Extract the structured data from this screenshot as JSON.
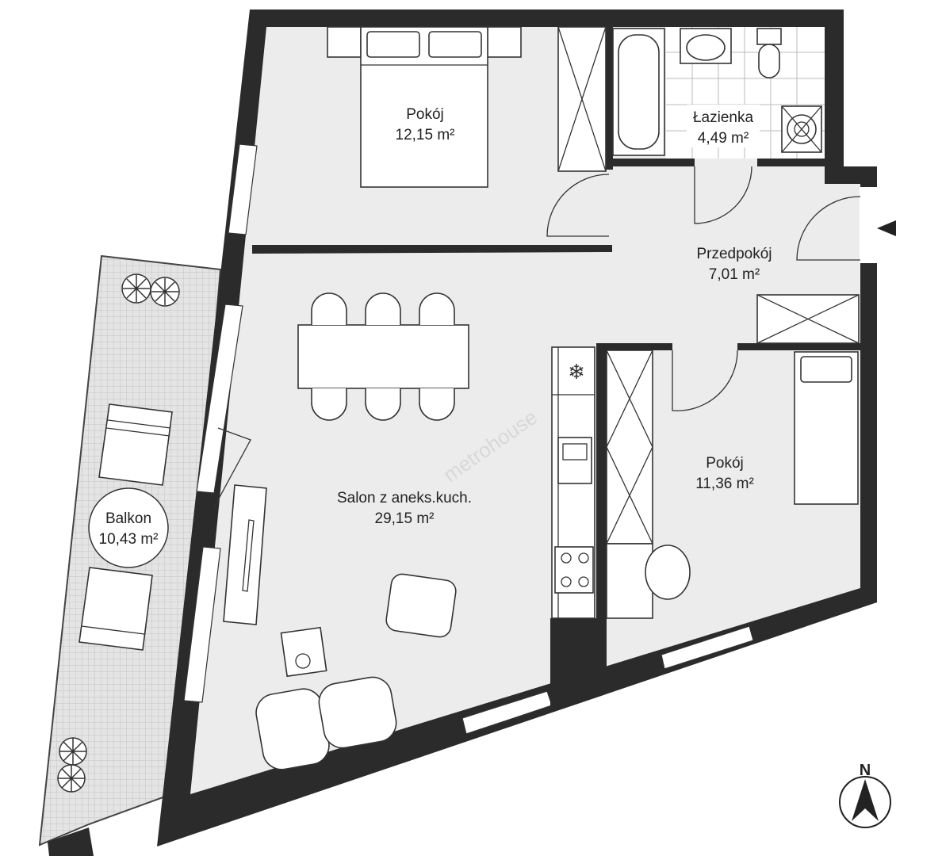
{
  "rooms": [
    {
      "name": "Pokój",
      "area": "12,15 m²"
    },
    {
      "name": "Łazienka",
      "area": "4,49 m²"
    },
    {
      "name": "Przedpokój",
      "area": "7,01 m²"
    },
    {
      "name": "Salon z aneks.kuch.",
      "area": "29,15 m²"
    },
    {
      "name": "Pokój",
      "area": "11,36 m²"
    },
    {
      "name": "Balkon",
      "area": "10,43 m²"
    }
  ],
  "watermark": "metrohouse",
  "compass": {
    "label": "N"
  },
  "colors": {
    "wall": "#2b2b2b",
    "floor": "#ececec",
    "balcony": "#d9d9d9"
  }
}
